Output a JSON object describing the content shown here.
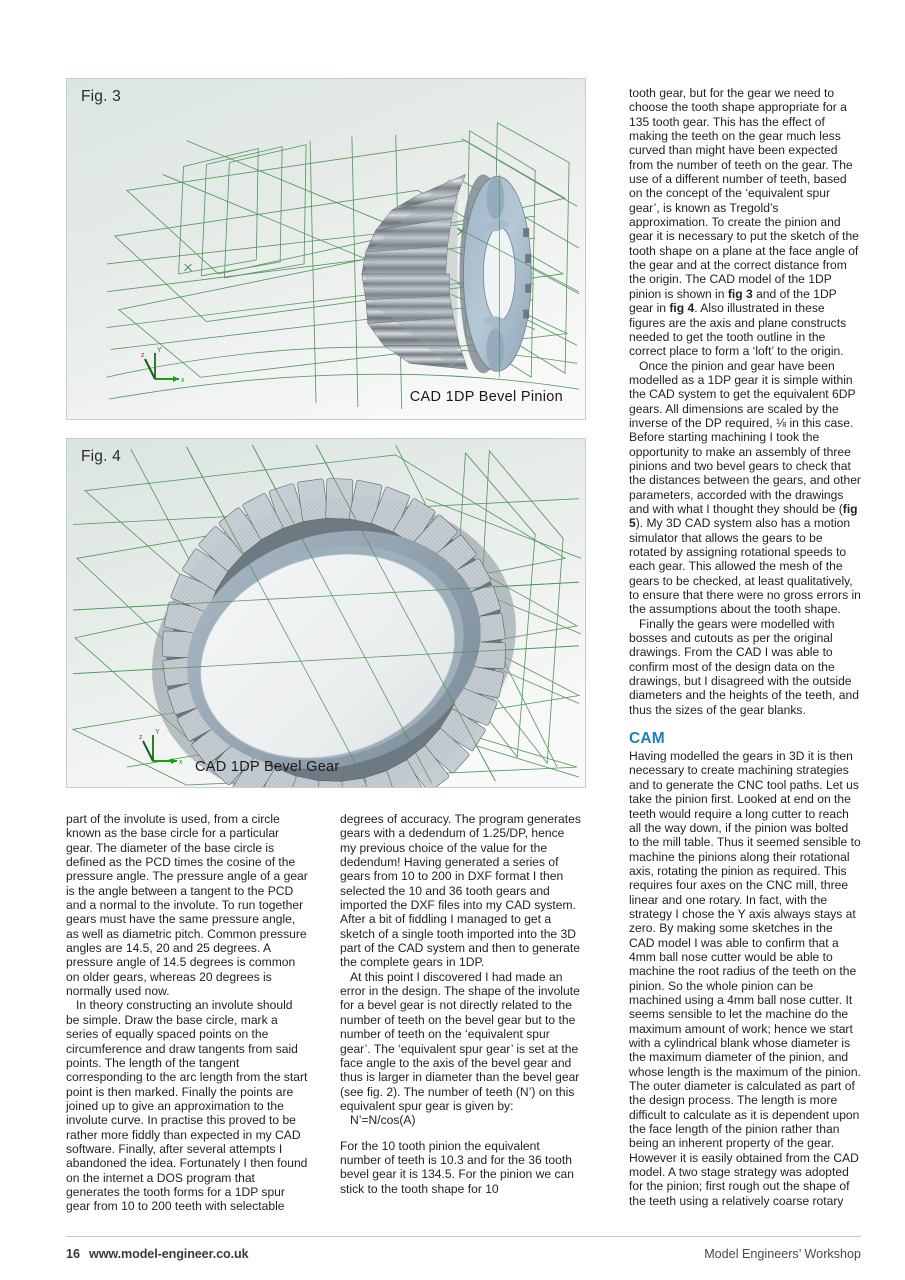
{
  "document": {
    "type": "magazine-article-page",
    "accent_color": "#1b7ec2",
    "body_color": "#231f20"
  },
  "figures": [
    {
      "id": "fig3",
      "label": "Fig. 3",
      "caption": "CAD 1DP Bevel Pinion",
      "description": "3D CAD screenshot of a bevel pinion with green wireframe axis and plane constructs",
      "axis_triad": {
        "x_label": "x",
        "y_label": "Y",
        "z_label": "z",
        "x_color": "#0a8f2a",
        "y_color": "#2e7d32",
        "z_color": "#d32f2f"
      }
    },
    {
      "id": "fig4",
      "label": "Fig. 4",
      "caption": "CAD 1DP Bevel Gear",
      "description": "3D CAD screenshot of a 36 tooth bevel gear with green wireframe axis and plane constructs",
      "axis_triad": {
        "x_label": "x",
        "y_label": "Y",
        "z_label": "z",
        "x_color": "#0a8f2a",
        "y_color": "#2e7d32",
        "z_color": "#d32f2f"
      }
    }
  ],
  "columns": {
    "right": {
      "paragraphs": [
        "tooth gear, but for the gear we need to choose the tooth shape appropriate for a 135 tooth gear. This has the effect of making the teeth on the gear much less curved than might have been expected from the number of teeth on the gear. The use of a different number of teeth, based on the concept of the ‘equivalent spur gear’, is known as Tregold’s approximation. To create the pinion and gear it is necessary to put the sketch of the tooth shape on a plane at the face angle of the gear and at the correct distance from the origin. The CAD model of the 1DP pinion is shown in <b>fig 3</b> and of the 1DP gear in <b>fig 4</b>. Also illustrated in these figures are the axis and plane constructs needed to get the tooth outline in the correct place to form a ‘loft’ to the origin.",
        "Once the pinion and gear have been modelled as a 1DP gear it is simple within the CAD system to get the equivalent 6DP gears. All dimensions are scaled by the inverse of the DP required, ⅛ in this case. Before starting machining I took the opportunity to make an assembly of three pinions and two bevel gears to check that the distances between the gears, and other parameters, accorded with the drawings and with what I thought they should be (<b>fig 5</b>). My 3D CAD system also has a motion simulator that allows the gears to be rotated by assigning rotational speeds to each gear. This allowed the mesh of the gears to be checked, at least qualitatively, to ensure that there were no gross errors in the assumptions about the tooth shape.",
        "Finally the gears were modelled with bosses and cutouts as per the original drawings. From the CAD I was able to confirm most of the design data on the drawings, but I disagreed with the outside diameters and the heights of the teeth, and thus the sizes of the gear blanks."
      ],
      "section_heading": "CAM",
      "paragraphs_after_heading": [
        "Having modelled the gears in 3D it is then necessary to create machining strategies and to generate the CNC tool paths. Let us take the pinion first. Looked at end on the teeth would require a long cutter to reach all the way down, if the pinion was bolted to the mill table. Thus it seemed sensible to machine the pinions along their rotational axis, rotating the pinion as required. This requires four axes on the CNC mill, three linear and one rotary. In fact, with the strategy I chose the Y axis always stays at zero. By making some sketches in the CAD model I was able to confirm that a 4mm ball nose cutter would be able to machine the root radius of the teeth on the pinion. So the whole pinion can be machined using a 4mm ball nose cutter. It seems sensible to let the machine do the maximum amount of work; hence we start with a cylindrical blank whose diameter is the maximum diameter of the pinion, and whose length is the maximum of the pinion. The outer diameter is calculated as part of the design process. The length is more difficult to calculate as it is dependent upon the face length of the pinion rather than being an inherent property of the gear. However it is easily obtained from the CAD model. A two stage strategy was adopted for the pinion; first rough out the shape of the teeth using a relatively coarse rotary"
      ]
    },
    "bottom_left_1": {
      "paragraphs": [
        "part of the involute is used, from a circle known as the base circle for a particular gear. The diameter of the base circle is defined as the PCD times the cosine of the pressure angle. The pressure angle of a gear is the angle between a tangent to the PCD and a normal to the involute. To run together gears must have the same pressure angle, as well as diametric pitch. Common pressure angles are 14.5, 20 and 25 degrees. A pressure angle of 14.5 degrees is common on older gears, whereas 20 degrees is normally used now.",
        "In theory constructing an involute should be simple. Draw the base circle, mark a series of equally spaced points on the circumference and draw tangents from said points. The length of the tangent corresponding to the arc length from the start point is then marked. Finally the points are joined up to give an approximation to the involute curve. In practise this proved to be rather more fiddly than expected in my CAD software. Finally, after several attempts I abandoned the idea. Fortunately I then found on the internet a DOS program that generates the tooth forms for a 1DP spur gear from 10 to 200 teeth with selectable"
      ]
    },
    "bottom_left_2": {
      "paragraphs": [
        "degrees of accuracy. The program generates gears with a dedendum of 1.25/DP, hence my previous choice of the value for the dedendum! Having generated a series of gears from 10 to 200 in DXF format I then selected the 10 and 36 tooth gears and imported the DXF files into my CAD system. After a bit of fiddling I managed to get a sketch of a single tooth imported into the 3D part of the CAD system and then to generate the complete gears in 1DP.",
        "At this point I discovered I had made an error in the design. The shape of the involute for a bevel gear is not directly related to the number of teeth on the bevel gear but to the number of teeth on the ‘equivalent spur gear’. The ‘equivalent spur gear’ is set at the face angle to the axis of the bevel gear and thus is larger in diameter than the bevel gear (see fig. 2). The number of teeth (N’) on this equivalent spur gear is given by:"
      ],
      "formula": "N’=N/cos(A)",
      "paragraphs_after_formula": [
        "For the 10 tooth pinion the equivalent number of teeth is 10.3 and for the 36 tooth bevel gear it is 134.5. For the pinion we can stick to the tooth shape for 10"
      ]
    }
  },
  "footer": {
    "page_number": "16",
    "website": "www.model-engineer.co.uk",
    "publication": "Model Engineers’ Workshop"
  }
}
